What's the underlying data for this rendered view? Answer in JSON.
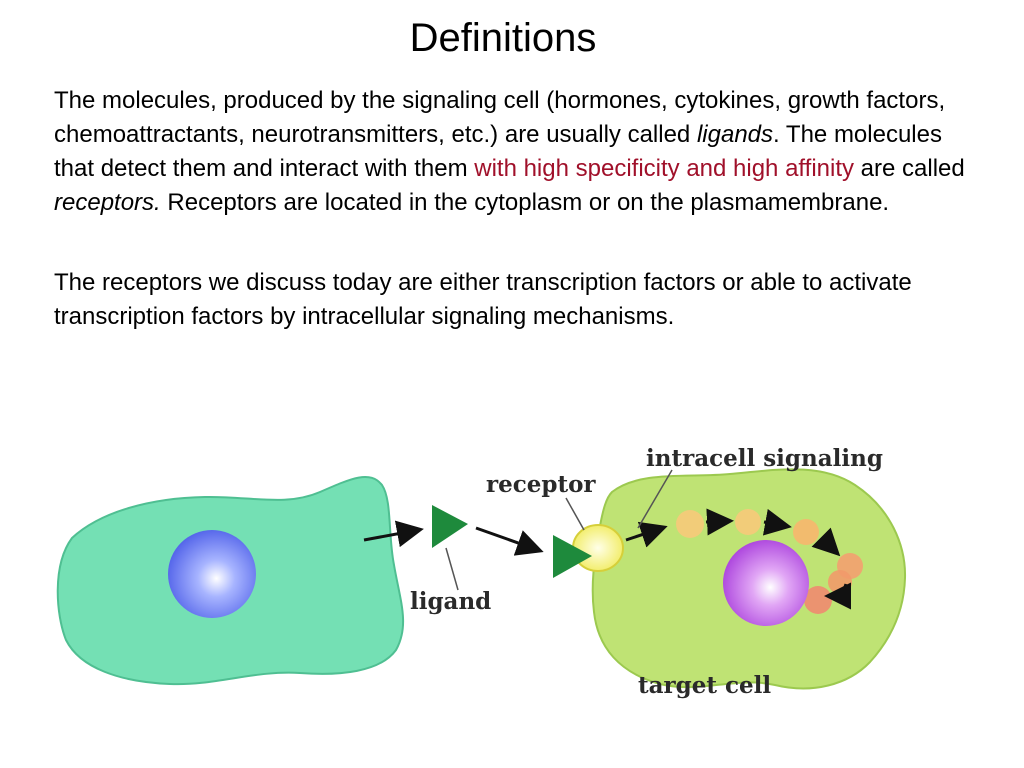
{
  "slide": {
    "title": "Definitions",
    "paragraph1": {
      "part1": "The molecules, produced by the signaling cell (hormones, cytokines, growth factors, chemoattractants, neurotransmitters, etc.) are usually called ",
      "ligands_term": "ligands",
      "part2": ". The molecules that detect them and interact with them ",
      "highlight": "with high specificity and high affinity",
      "part3": " are called ",
      "receptors_term": "receptors.",
      "part4": " Receptors are located in the cytoplasm or on the plasmamembrane."
    },
    "paragraph2": "The receptors we discuss today are either transcription factors or able to activate transcription factors by intracellular signaling mechanisms."
  },
  "diagram": {
    "labels": {
      "intracell_signaling": "intracell signaling",
      "receptor": "receptor",
      "ligand": "ligand",
      "target_cell": "target cell"
    },
    "colors": {
      "highlight_text": "#a0102a",
      "signaling_cell_fill": "#74e0b4",
      "target_cell_fill": "#bfe374",
      "nucleus_blue": "#5b6cf0",
      "nucleus_purple": "#b64fe4",
      "ligand_green": "#1e8a3c",
      "receptor_yellow": "#f4f16a",
      "signal_dot_orange": "#f7b66e"
    }
  }
}
